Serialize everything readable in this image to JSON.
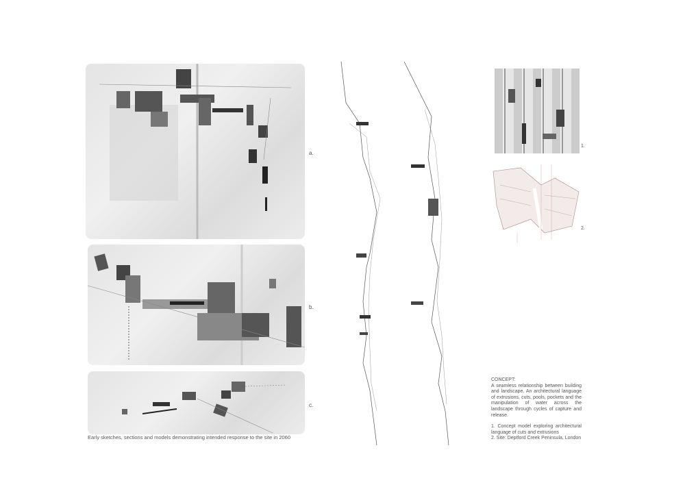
{
  "panels": {
    "a": "a.",
    "b": "b.",
    "c": "c."
  },
  "caption": "Early sketches, sections and models demonstrating intended response to the site in 2060",
  "figure_labels": {
    "one": "1.",
    "two": "2."
  },
  "concept": {
    "heading": "CONCEPT:",
    "body": "A seamless relationship between building and landscape. An architectural language of extrusions, cuts, pools, pockets and the manipulation of water across the landscape through  cycles of capture and release.",
    "note1": "1. Concept model exploring architectural language of cuts and extrusions",
    "note2": "2. Site: Deptford Creek Peninsula, London"
  }
}
